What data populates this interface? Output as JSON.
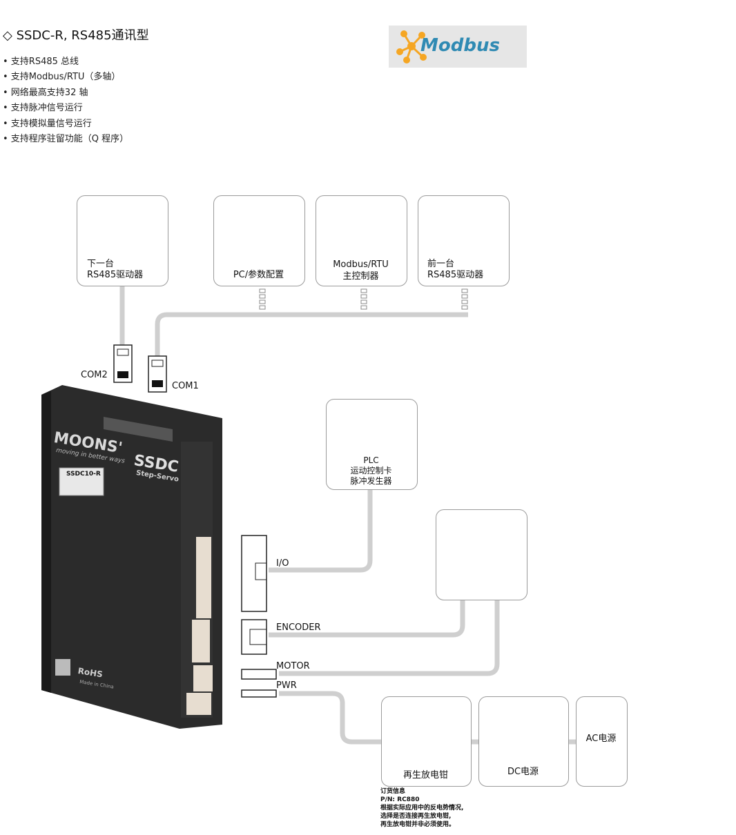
{
  "header": {
    "title": "◇ SSDC-R, RS485通讯型",
    "features": [
      "• 支持RS485 总线",
      "• 支持Modbus/RTU（多轴）",
      "• 网络最高支持32 轴",
      "• 支持脉冲信号运行",
      "• 支持模拟量信号运行",
      "• 支持程序驻留功能（Q 程序）"
    ],
    "logo_text": "Modbus"
  },
  "devices": {
    "next_drive": [
      "下一台",
      "RS485驱动器"
    ],
    "pc": "PC/参数配置",
    "modbus_master": [
      "Modbus/RTU",
      "主控制器"
    ],
    "prev_drive": [
      "前一台",
      "RS485驱动器"
    ],
    "plc": [
      "PLC",
      "运动控制卡",
      "脉冲发生器"
    ],
    "regen": "再生放电钳",
    "dc_power": "DC电源",
    "ac_power": "AC电源"
  },
  "ports": {
    "com2": "COM2",
    "com1": "COM1",
    "io": "I/O",
    "encoder": "ENCODER",
    "motor": "MOTOR",
    "pwr": "PWR"
  },
  "drive": {
    "brand": "MOONS'",
    "tagline": "moving in better ways",
    "model": "SSDC",
    "subtitle": "Step-Servo",
    "label": "SSDC10-R",
    "rohs": "RoHS",
    "made_in": "Made in China"
  },
  "order_info": [
    "订货信息",
    "P/N: RC880",
    "根据实际应用中的反电势情况,",
    "选择是否连接再生放电钳,",
    "再生放电钳并非必须使用。"
  ],
  "colors": {
    "cable": "#cfcfcf",
    "box_border": "#9a9a9a",
    "drive_body": "#2a2a2a",
    "modbus_blue": "#2f8ab3",
    "modbus_orange": "#f5a623"
  }
}
